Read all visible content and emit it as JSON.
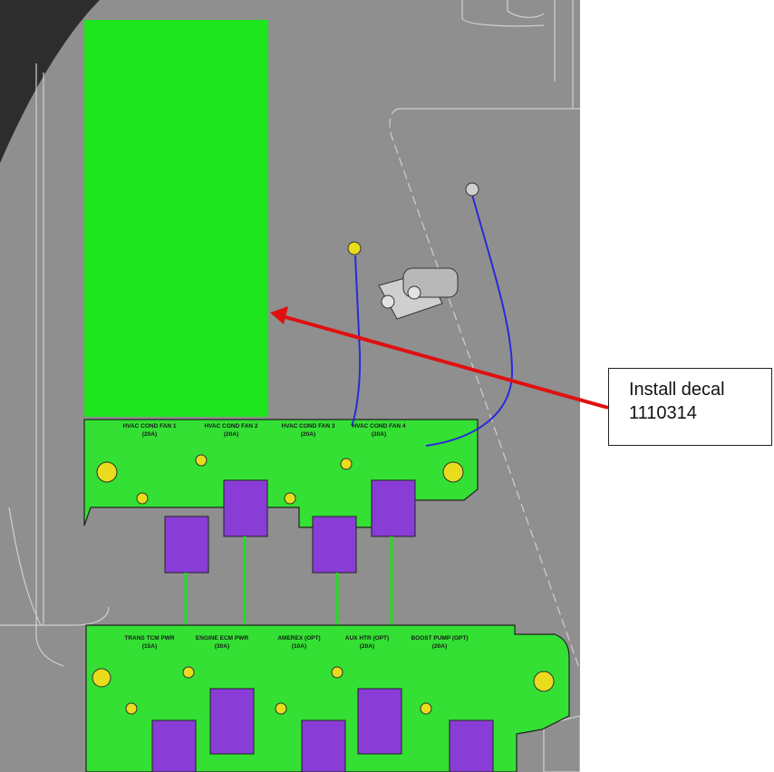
{
  "callout": {
    "line1": "Install decal",
    "line2": "1110314"
  },
  "upper_fuse_block": {
    "labels": [
      {
        "name": "HVAC COND FAN 1",
        "rating": "(20A)"
      },
      {
        "name": "HVAC COND FAN 2",
        "rating": "(20A)"
      },
      {
        "name": "HVAC COND FAN 3",
        "rating": "(20A)"
      },
      {
        "name": "HVAC COND FAN 4",
        "rating": "(20A)"
      }
    ]
  },
  "lower_fuse_block": {
    "labels": [
      {
        "name": "TRANS TCM PWR",
        "rating": "(15A)"
      },
      {
        "name": "ENGINE ECM PWR",
        "rating": "(30A)"
      },
      {
        "name": "AMEREX (OPT)",
        "rating": "(10A)"
      },
      {
        "name": "AUX HTR (OPT)",
        "rating": "(20A)"
      },
      {
        "name": "BOOST PUMP (OPT)",
        "rating": "(20A)"
      }
    ]
  },
  "colors": {
    "background": "#8f8f8f",
    "decal": "#1ee61e",
    "fuse_block": "#33e033",
    "relay": "#8a3cd6",
    "wire": "#2a2ad8",
    "arrow": "#e01010"
  }
}
